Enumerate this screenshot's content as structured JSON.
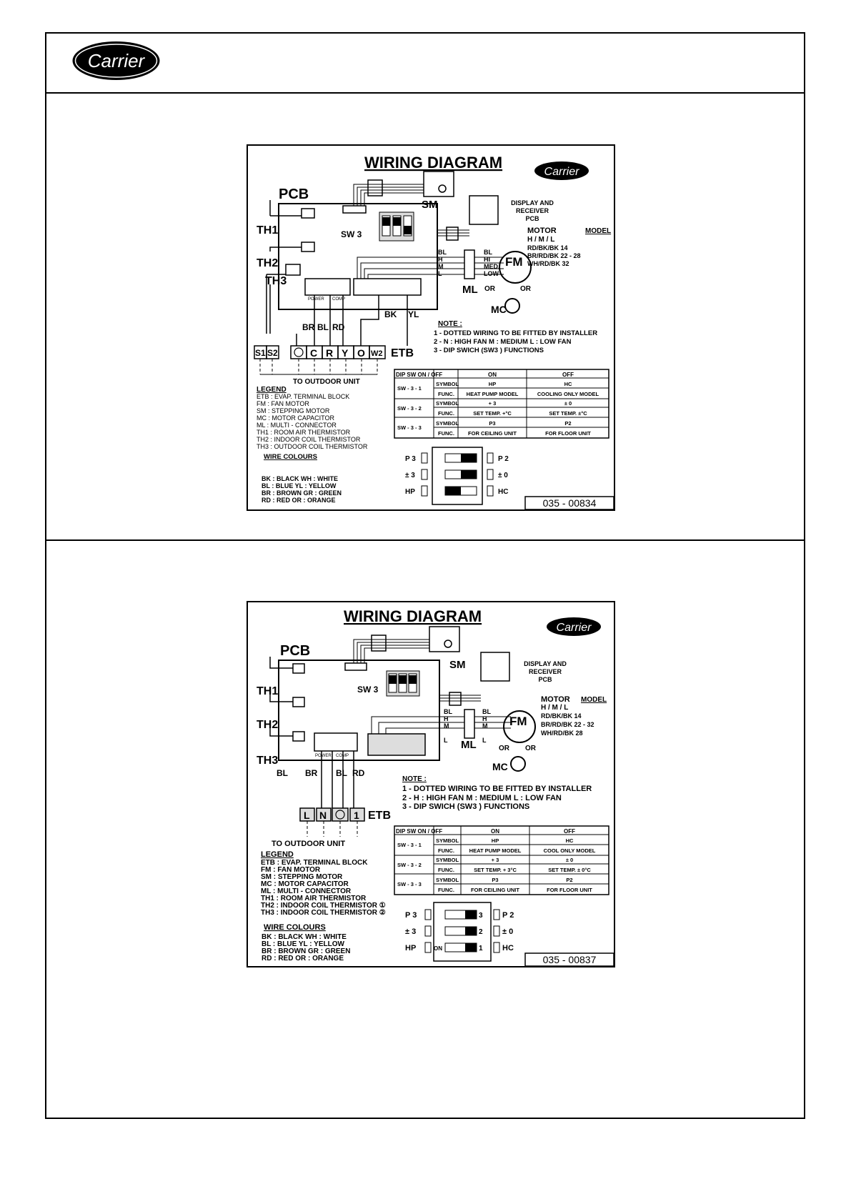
{
  "header": {
    "logo_text": "Carrier"
  },
  "common": {
    "title": "WIRING DIAGRAM",
    "logo_text": "Carrier",
    "pcb": "PCB",
    "sw3": "SW 3",
    "sm": "SM",
    "display": [
      "DISPLAY AND",
      "RECEIVER",
      "PCB"
    ],
    "th1": "TH1",
    "th2": "TH2",
    "th3": "TH3",
    "power": "POWER",
    "comp": "COMP",
    "motor_title": "MOTOR",
    "motor_hml": "H / M / L",
    "model_label": "MODEL",
    "fm": "FM",
    "mc": "MC",
    "ml": "ML",
    "or": "OR",
    "etb": "ETB",
    "to_outdoor": "TO OUTDOOR UNIT",
    "note_title": "NOTE :",
    "note_1": "1 - DOTTED WIRING TO BE FITTED BY INSTALLER",
    "note_3": "3 - DIP SWICH  (SW3 )  FUNCTIONS",
    "legend_title": "LEGEND",
    "wire_colours_title": "WIRE COLOURS",
    "wire_colours": [
      "BK : BLACK    WH : WHITE",
      "BL : BLUE       YL : YELLOW",
      "BR : BROWN   GR : GREEN",
      "RD : RED         OR : ORANGE"
    ],
    "dip_headers": [
      "DIP  SW  ON / OFF",
      "ON",
      "OFF"
    ],
    "symbol": "SYMBOL",
    "func": "FUNC.",
    "sw1": "SW - 3 - 1",
    "sw2": "SW - 3 - 2",
    "sw3r": "SW - 3 - 3",
    "hp": "HP",
    "hc": "HC",
    "plus3": "+ 3",
    "pm0": "± 0",
    "p3": "P3",
    "p2": "P2",
    "sw_left": [
      "P  3",
      "±  3",
      "HP"
    ],
    "sw_right": [
      "P  2",
      "±  0",
      "HC"
    ]
  },
  "diagram1": {
    "note_2": "2 - N : HIGH FAN     M : MEDIUM     L : LOW FAN",
    "models": [
      "RD/BK/BK    14",
      "BR/RD/BK    22 - 28",
      "WH/RD/BK    32"
    ],
    "terminals": [
      "S1",
      "S2",
      "C",
      "R",
      "Y",
      "O",
      "W2"
    ],
    "wires": [
      "BR",
      "BL",
      "RD",
      "BK",
      "YL"
    ],
    "ml_labels": [
      "BL",
      "H",
      "M",
      "L",
      "BL",
      "HI",
      "MED.",
      "LOW"
    ],
    "legend": [
      "ETB : EVAP. TERMINAL BLOCK",
      "FM : FAN MOTOR",
      "SM : STEPPING MOTOR",
      "MC : MOTOR CAPACITOR",
      "ML : MULTI - CONNECTOR",
      "TH1 : ROOM AIR THERMISTOR",
      "TH2 : INDOOR COIL THERMISTOR",
      "TH3 : OUTDOOR COIL THERMISTOR"
    ],
    "func_on": [
      "HEAT PUMP MODEL",
      "SET  TEMP. +°C",
      "FOR CEILING UNIT"
    ],
    "func_off": [
      "COOLING ONLY MODEL",
      "SET  TEMP. ±°C",
      "FOR FLOOR UNIT"
    ],
    "code": "035 - 00834"
  },
  "diagram2": {
    "note_2": "2 - H : HIGH FAN     M : MEDIUM     L : LOW FAN",
    "models": [
      "RD/BK/BK    14",
      "BR/RD/BK    22 - 32",
      "WH/RD/BK    28"
    ],
    "terminals": [
      "L",
      "N",
      "1"
    ],
    "wires": [
      "BL",
      "BR",
      "BL",
      "RD"
    ],
    "ml_labels": [
      "BL",
      "H",
      "M",
      "L",
      "BL",
      "H",
      "M",
      "L"
    ],
    "legend": [
      "ETB : EVAP. TERMINAL BLOCK",
      "FM : FAN MOTOR",
      "SM : STEPPING MOTOR",
      "MC : MOTOR CAPACITOR",
      "ML : MULTI - CONNECTOR",
      "TH1 : ROOM AIR THERMISTOR",
      "TH2 : INDOOR COIL THERMISTOR ①",
      "TH3 : INDOOR COIL THERMISTOR ②"
    ],
    "func_on": [
      "HEAT PUMP MODEL",
      "SET  TEMP. + 3°C",
      "FOR CEILING UNIT"
    ],
    "func_off": [
      "COOL ONLY MODEL",
      "SET  TEMP. ± 0°C",
      "FOR FLOOR UNIT"
    ],
    "sw_num": [
      "3",
      "2",
      "1"
    ],
    "sw_on": "ON",
    "code": "035 - 00837"
  }
}
